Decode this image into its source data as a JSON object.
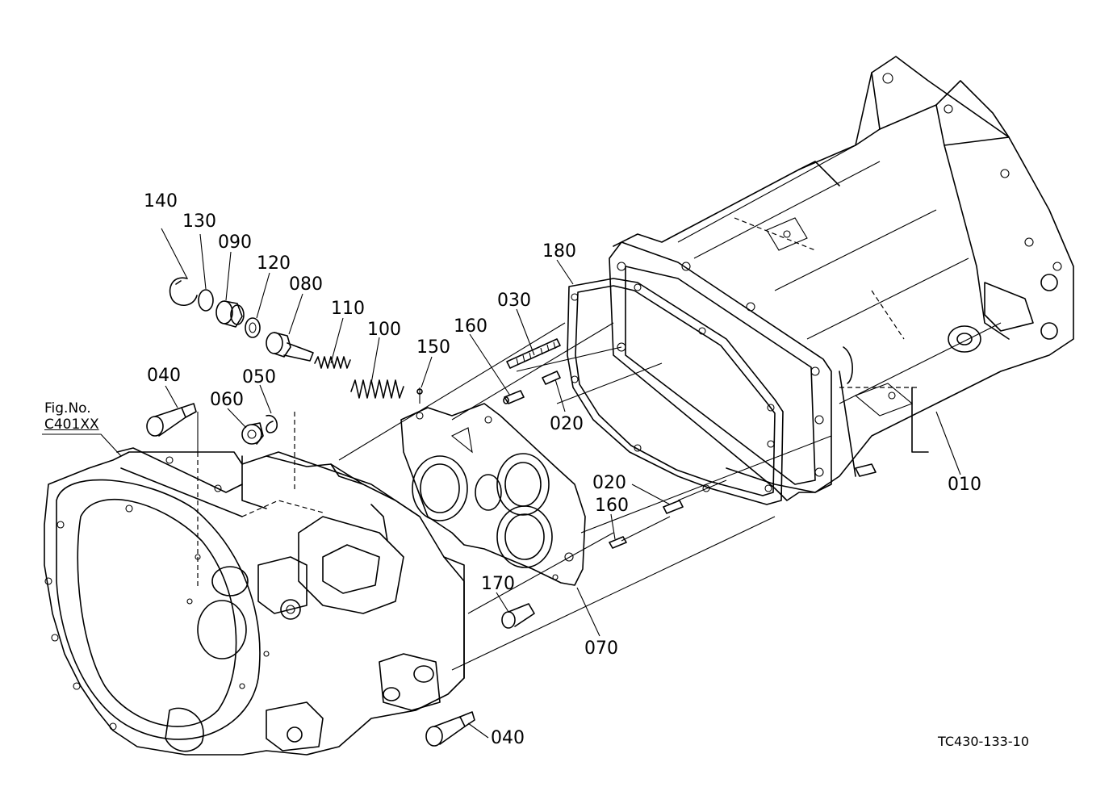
{
  "figure_ref": {
    "line1": "Fig.No.",
    "line2": "C401XX"
  },
  "drawing_code": "TC430-133-10",
  "parts": [
    {
      "id": "p140",
      "label": "140"
    },
    {
      "id": "p130",
      "label": "130"
    },
    {
      "id": "p090",
      "label": "090"
    },
    {
      "id": "p120",
      "label": "120"
    },
    {
      "id": "p080",
      "label": "080"
    },
    {
      "id": "p110",
      "label": "110"
    },
    {
      "id": "p100",
      "label": "100"
    },
    {
      "id": "p150",
      "label": "150"
    },
    {
      "id": "p160a",
      "label": "160"
    },
    {
      "id": "p030",
      "label": "030"
    },
    {
      "id": "p180",
      "label": "180"
    },
    {
      "id": "p040a",
      "label": "040"
    },
    {
      "id": "p050",
      "label": "050"
    },
    {
      "id": "p060",
      "label": "060"
    },
    {
      "id": "p020a",
      "label": "020"
    },
    {
      "id": "p020b",
      "label": "020"
    },
    {
      "id": "p160b",
      "label": "160"
    },
    {
      "id": "p010",
      "label": "010"
    },
    {
      "id": "p170",
      "label": "170"
    },
    {
      "id": "p070",
      "label": "070"
    },
    {
      "id": "p040b",
      "label": "040"
    }
  ]
}
